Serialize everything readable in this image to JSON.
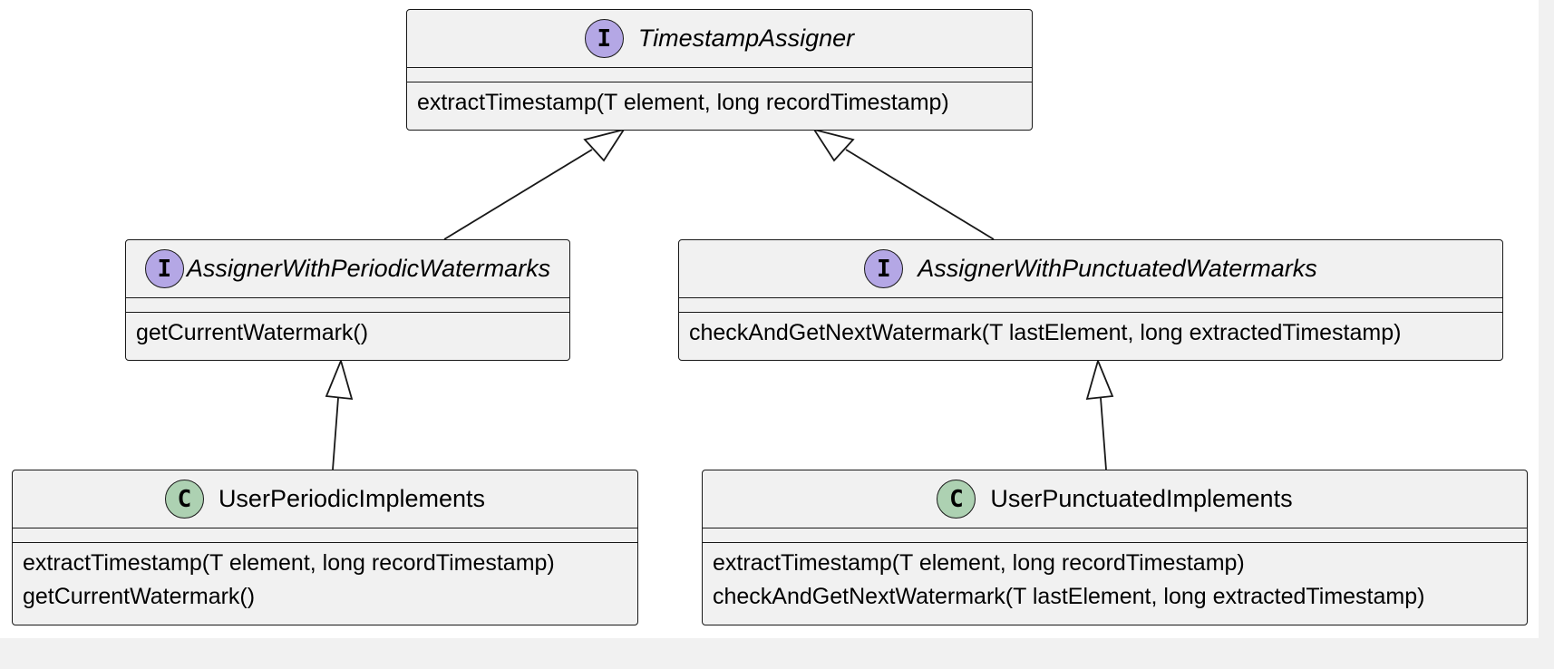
{
  "diagram": {
    "colors": {
      "node_fill": "#f1f1f1",
      "border": "#181818",
      "interface_badge": "#b4a7e5",
      "class_badge": "#add1b2",
      "background": "#ffffff"
    },
    "nodes": {
      "timestamp_assigner": {
        "stereotype": "I",
        "name": "TimestampAssigner",
        "kind": "interface",
        "members": [
          "extractTimestamp(T element, long recordTimestamp)"
        ]
      },
      "periodic": {
        "stereotype": "I",
        "name": "AssignerWithPeriodicWatermarks",
        "kind": "interface",
        "members": [
          "getCurrentWatermark()"
        ]
      },
      "punctuated": {
        "stereotype": "I",
        "name": "AssignerWithPunctuatedWatermarks",
        "kind": "interface",
        "members": [
          "checkAndGetNextWatermark(T lastElement, long extractedTimestamp)"
        ]
      },
      "user_periodic": {
        "stereotype": "C",
        "name": "UserPeriodicImplements",
        "kind": "class",
        "members": [
          "extractTimestamp(T element, long recordTimestamp)",
          "getCurrentWatermark()"
        ]
      },
      "user_punctuated": {
        "stereotype": "C",
        "name": "UserPunctuatedImplements",
        "kind": "class",
        "members": [
          "extractTimestamp(T element, long recordTimestamp)",
          "checkAndGetNextWatermark(T lastElement, long extractedTimestamp)"
        ]
      }
    },
    "relations": [
      {
        "from": "AssignerWithPeriodicWatermarks",
        "to": "TimestampAssigner",
        "type": "generalization"
      },
      {
        "from": "AssignerWithPunctuatedWatermarks",
        "to": "TimestampAssigner",
        "type": "generalization"
      },
      {
        "from": "UserPeriodicImplements",
        "to": "AssignerWithPeriodicWatermarks",
        "type": "generalization"
      },
      {
        "from": "UserPunctuatedImplements",
        "to": "AssignerWithPunctuatedWatermarks",
        "type": "generalization"
      }
    ]
  }
}
